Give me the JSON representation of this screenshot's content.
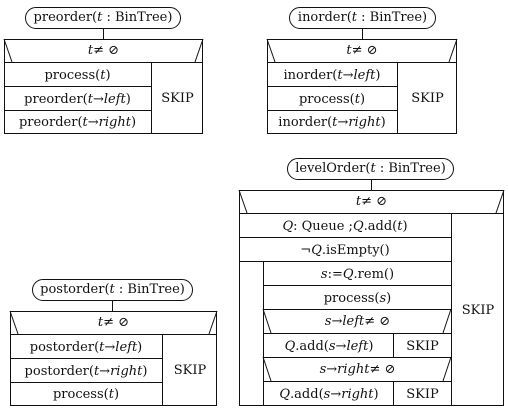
{
  "preorder": {
    "title": "preorder(t : BinTree)",
    "cond": "t ≠ ⊘",
    "rows": [
      "process(t)",
      "preorder(t → left)",
      "preorder(t → right)"
    ],
    "else": "SKIP"
  },
  "inorder": {
    "title": "inorder(t : BinTree)",
    "cond": "t ≠ ⊘",
    "rows": [
      "inorder(t → left)",
      "process(t)",
      "inorder(t → right)"
    ],
    "else": "SKIP"
  },
  "postorder": {
    "title": "postorder(t : BinTree)",
    "cond": "t ≠ ⊘",
    "rows": [
      "postorder(t → left)",
      "postorder(t → right)",
      "process(t)"
    ],
    "else": "SKIP"
  },
  "levelorder": {
    "title": "levelOrder(t : BinTree)",
    "cond": "t ≠ ⊘",
    "init": "Q : Queue ; Q.add(t)",
    "loop": "¬Q.isEmpty()",
    "dequeue": "s := Q.rem()",
    "process": "process(s)",
    "cond_left": "s → left ≠ ⊘",
    "add_left": "Q.add(s → left)",
    "cond_right": "s → right ≠ ⊘",
    "add_right": "Q.add(s → right)",
    "skip": "SKIP"
  }
}
